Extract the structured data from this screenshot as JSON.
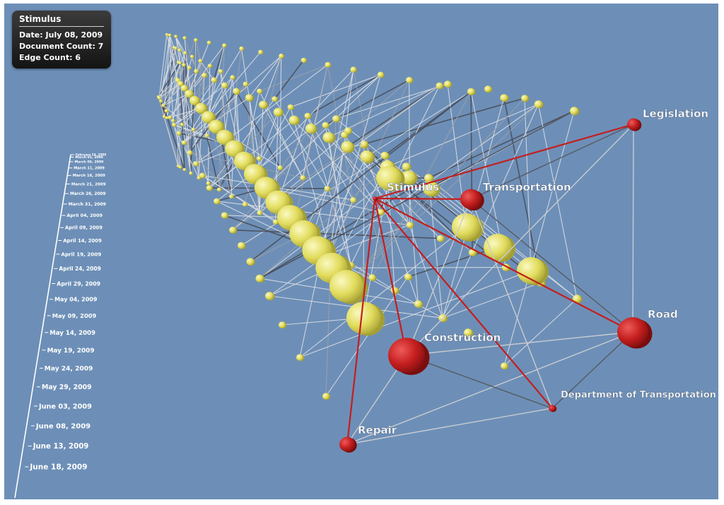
{
  "info": {
    "title": "Stimulus",
    "date_label": "Date",
    "date_value": "July 08, 2009",
    "doc_label": "Document Count",
    "doc_value": "7",
    "edge_label": "Edge Count",
    "edge_value": "6"
  },
  "timeline": {
    "dates": [
      "February 24, 2009",
      "March 01, 2009",
      "March 06, 2009",
      "March 11, 2009",
      "March 16, 2009",
      "March 21, 2009",
      "March 26, 2009",
      "March 31, 2009",
      "April 04, 2009",
      "April 09, 2009",
      "April 14, 2009",
      "April 19, 2009",
      "April 24, 2009",
      "April 29, 2009",
      "May 04, 2009",
      "May 09, 2009",
      "May 14, 2009",
      "May 19, 2009",
      "May 24, 2009",
      "May 29, 2009",
      "June 03, 2009",
      "June 08, 2009",
      "June 13, 2009",
      "June 18, 2009"
    ]
  },
  "graph": {
    "highlight_color": "#c41e1e",
    "node_color": "#e6e25e",
    "nodes": [
      {
        "id": "stimulus",
        "label": "Stimulus"
      },
      {
        "id": "transportation",
        "label": "Transportation"
      },
      {
        "id": "legislation",
        "label": "Legislation"
      },
      {
        "id": "road",
        "label": "Road"
      },
      {
        "id": "construction",
        "label": "Construction"
      },
      {
        "id": "dot",
        "label": "Department of Transportation"
      },
      {
        "id": "repair",
        "label": "Repair"
      }
    ],
    "highlight_edges": [
      [
        "stimulus",
        "legislation"
      ],
      [
        "stimulus",
        "transportation"
      ],
      [
        "stimulus",
        "road"
      ],
      [
        "stimulus",
        "construction"
      ],
      [
        "stimulus",
        "dot"
      ],
      [
        "stimulus",
        "repair"
      ]
    ]
  }
}
